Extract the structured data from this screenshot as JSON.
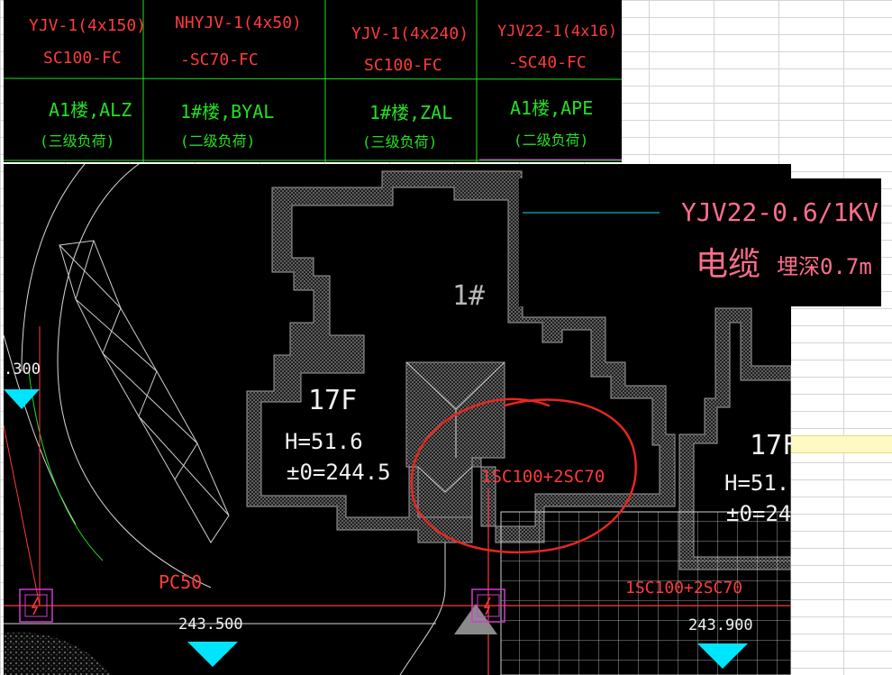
{
  "cable_table": {
    "columns": [
      {
        "spec_line1": "YJV-1(4x150)",
        "spec_line2": "SC100-FC",
        "building": "A1楼,ALZ",
        "load_class": "(三级负荷)"
      },
      {
        "spec_line1": "NHYJV-1(4x50)",
        "spec_line2": "-SC70-FC",
        "building": "1#楼,BYAL",
        "load_class": "(二级负荷)"
      },
      {
        "spec_line1": "YJV-1(4x240)",
        "spec_line2": "SC100-FC",
        "building": "1#楼,ZAL",
        "load_class": "(三级负荷)"
      },
      {
        "spec_line1": "YJV22-1(4x16)",
        "spec_line2": "-SC40-FC",
        "building": "A1楼,APE",
        "load_class": "(二级负荷)"
      }
    ]
  },
  "note": {
    "cable_type": "YJV22-0.6/1KV",
    "cable_label": "电缆",
    "burial_depth": "埋深0.7m"
  },
  "building_1": {
    "label": "1#",
    "floors": "17F",
    "height": "H=51.6",
    "elevation": "±0=244.5"
  },
  "building_2": {
    "floors": "17F",
    "height": "H=51.",
    "elevation": "±0=24"
  },
  "annotations": {
    "conduit_marked": "1SC100+2SC70",
    "conduit_lower": "1SC100+2SC70",
    "pc50": "PC50",
    "level_left": "243.500",
    "level_right": "243.900",
    "level_edge": ".300"
  },
  "colors": {
    "cad_bg": "#000000",
    "line_red": "#ff3b3b",
    "line_green": "#22e022",
    "level_marker": "#00e5ff",
    "hatch_grey": "#8a8a8a",
    "highlight_circle": "#e8261f",
    "junction_box": "#d23cd2"
  },
  "icons": {
    "junction_box_left": "electric-box-icon",
    "junction_box_center": "electric-box-icon",
    "level_marker": "triangle-marker-icon"
  }
}
